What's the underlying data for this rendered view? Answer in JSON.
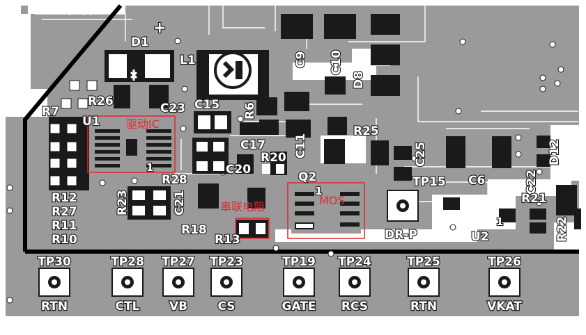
{
  "colors": {
    "copper": "#9a9a9a",
    "board_bg": "#ffffff",
    "pad": "#ffffff",
    "component": "#1a1a1a",
    "outline": "#000000",
    "annotation": "#e0272b"
  },
  "annotations": {
    "driver_ic": "驱动IC",
    "series_resistor": "串联电阻",
    "mos": "MOS"
  },
  "designators": {
    "D1": "D1",
    "L1": "L1",
    "R26": "R26",
    "R7": "R7",
    "U1": "U1",
    "C23": "C23",
    "C15": "C15",
    "R6": "R6",
    "C9": "C9",
    "C10": "C10",
    "D8": "D8",
    "C17": "C17",
    "C11": "C11",
    "R25": "R25",
    "C25": "C25",
    "R20": "R20",
    "C20": "C20",
    "Q2": "Q2",
    "TP15": "TP15",
    "C6": "C6",
    "C22": "C22",
    "D12": "D12",
    "R12": "R12",
    "R27": "R27",
    "R11": "R11",
    "R10": "R10",
    "R23": "R23",
    "R28": "R28",
    "C21": "C21",
    "R18": "R18",
    "R13": "R13",
    "DR_P": "DR-P",
    "U2": "U2",
    "R21": "R21",
    "R22": "R22",
    "pin1_u1": "1",
    "pin1_q2": "1",
    "pin1_u2": "1",
    "plus": "+"
  },
  "test_points": [
    {
      "id": "TP30",
      "label": "RTN"
    },
    {
      "id": "TP28",
      "label": "CTL"
    },
    {
      "id": "TP27",
      "label": "VB"
    },
    {
      "id": "TP23",
      "label": "CS"
    },
    {
      "id": "TP19",
      "label": "GATE"
    },
    {
      "id": "TP24",
      "label": "RCS"
    },
    {
      "id": "TP25",
      "label": "RTN"
    },
    {
      "id": "TP26",
      "label": "VKAT"
    }
  ]
}
